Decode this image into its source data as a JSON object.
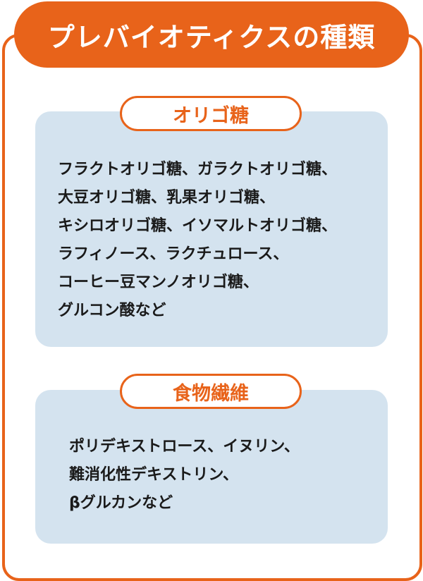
{
  "title": "プレバイオティクスの種類",
  "colors": {
    "accent": "#e8631a",
    "panel_bg": "#d4e3ef",
    "text": "#1a1a1a"
  },
  "sections": [
    {
      "label": "オリゴ糖",
      "lines": [
        "フラクトオリゴ糖、ガラクトオリゴ糖、",
        "大豆オリゴ糖、乳果オリゴ糖、",
        "キシロオリゴ糖、イソマルトオリゴ糖、",
        "ラフィノース、ラクチュロース、",
        "コーヒー豆マンノオリゴ糖、",
        "グルコン酸など"
      ]
    },
    {
      "label": "食物繊維",
      "lines": [
        "ポリデキストロース、イヌリン、",
        "難消化性デキストリン、",
        "βグルカンなど"
      ]
    }
  ]
}
